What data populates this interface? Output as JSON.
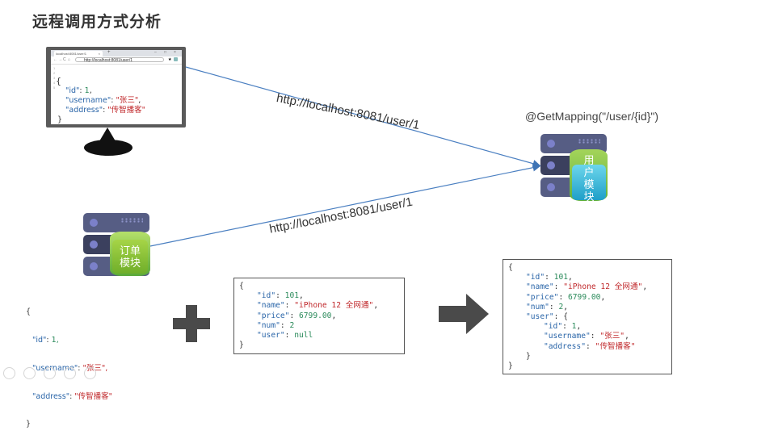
{
  "title": "远程调用方式分析",
  "browser": {
    "tab_title": "localhost:8081/user/1",
    "tab_close": "×",
    "new_tab": "+",
    "address": "http://localhost:8081/user/1",
    "window_controls": [
      "–",
      "□",
      "×"
    ],
    "nav_icons": [
      "←",
      "→",
      "C",
      "⌂"
    ],
    "line_numbers": "1\n2\n3\n4\n5",
    "json": {
      "open": "{",
      "id_key": "\"id\"",
      "id_val": "1",
      "username_key": "\"username\"",
      "username_val": "\"张三\"",
      "address_key": "\"address\"",
      "address_val": "\"传智播客\"",
      "close": "}"
    }
  },
  "arrows": {
    "top_label": "http://localhost:8081/user/1",
    "bottom_label": "http://localhost:8081/user/1"
  },
  "user_service": {
    "mapping": "@GetMapping(\"/user/{id}\")",
    "label": "用户模块",
    "color": "#2fb7d6"
  },
  "order_service": {
    "label_line1": "订单",
    "label_line2": "模块",
    "color": "#8cc63f"
  },
  "user_json": {
    "open": "{",
    "id_key": "\"id\"",
    "id_val": "1,",
    "username_key": "\"username\"",
    "username_val": "\"张三\",",
    "address_key": "\"address\"",
    "address_val": "\"传智播客\"",
    "close": "}"
  },
  "plus_symbol": "plus-icon",
  "arrow_symbol": "right-arrow-icon",
  "order_json": {
    "open": "{",
    "id_key": "\"id\"",
    "id_val": "101",
    "name_key": "\"name\"",
    "name_val": "\"iPhone 12 全网通\"",
    "price_key": "\"price\"",
    "price_val": "6799.00",
    "num_key": "\"num\"",
    "num_val": "2",
    "user_key": "\"user\"",
    "user_val": "null",
    "close": "}"
  },
  "result_json": {
    "open": "{",
    "id_key": "\"id\"",
    "id_val": "101",
    "name_key": "\"name\"",
    "name_val": "\"iPhone 12 全网通\"",
    "price_key": "\"price\"",
    "price_val": "6799.00",
    "num_key": "\"num\"",
    "num_val": "2",
    "user_key": "\"user\"",
    "user_open": "{",
    "uid_key": "\"id\"",
    "uid_val": "1",
    "uname_key": "\"username\"",
    "uname_val": "\"张三\"",
    "uaddr_key": "\"address\"",
    "uaddr_val": "\"传智播客\"",
    "user_close": "}",
    "close": "}"
  }
}
